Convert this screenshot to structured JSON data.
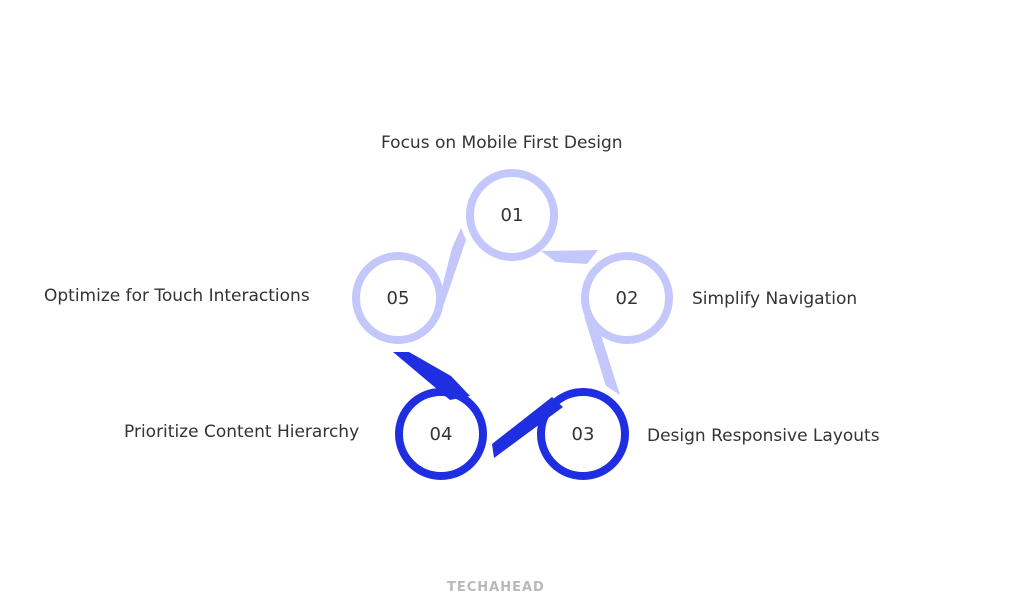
{
  "diagram": {
    "steps": [
      {
        "number": "01",
        "label": "Focus on Mobile First Design",
        "color": "#c3c7fb"
      },
      {
        "number": "02",
        "label": "Simplify Navigation",
        "color": "#c3c7fb"
      },
      {
        "number": "03",
        "label": "Design Responsive Layouts",
        "color": "#1f2ee0"
      },
      {
        "number": "04",
        "label": "Prioritize Content Hierarchy",
        "color": "#1f2ee0"
      },
      {
        "number": "05",
        "label": "Optimize for Touch Interactions",
        "color": "#c3c7fb"
      }
    ]
  },
  "brand": {
    "name": "TECHAHEAD",
    "color": "#b9b9b9"
  }
}
